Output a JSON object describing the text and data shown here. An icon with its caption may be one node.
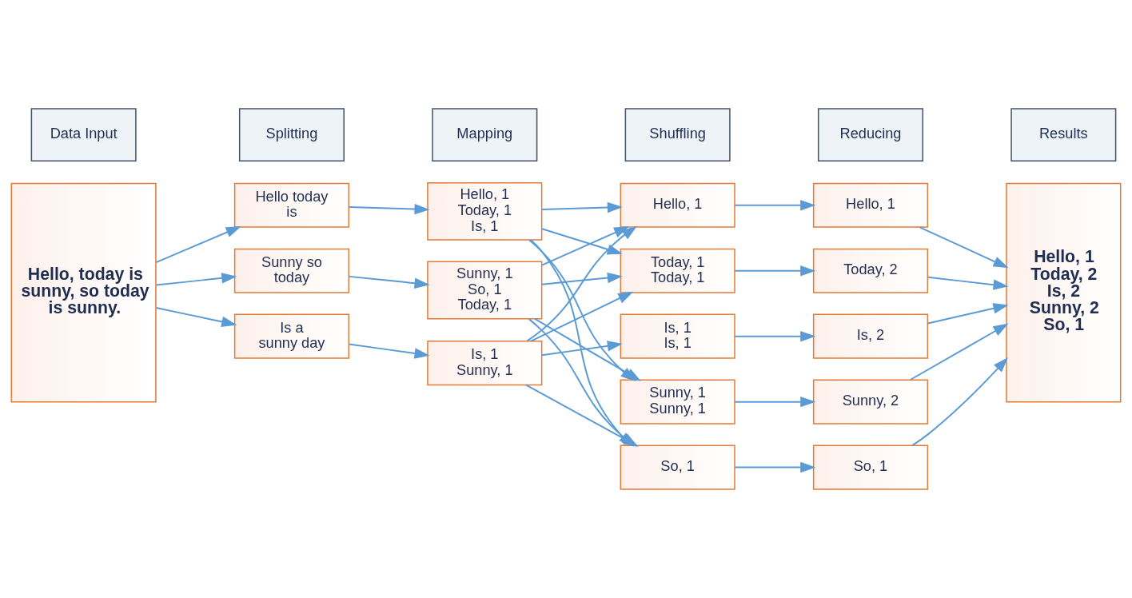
{
  "diagram": {
    "nodes": [
      {
        "text": [
          "Data Input"
        ]
      },
      {
        "text": [
          "Splitting"
        ]
      },
      {
        "text": [
          "Mapping"
        ]
      },
      {
        "text": [
          "Shuffling"
        ]
      },
      {
        "text": [
          "Reducing"
        ]
      },
      {
        "text": [
          "Results"
        ]
      },
      {
        "text": [
          "Hello, today is sunny, so today is sunny."
        ]
      },
      {
        "text": [
          "Hello today is"
        ]
      },
      {
        "text": [
          "Sunny so today"
        ]
      },
      {
        "text": [
          "Is a sunny day"
        ]
      },
      {
        "text": [
          "Hello, 1 Today, 1 Is, 1"
        ]
      },
      {
        "text": [
          "Sunny, 1 So, 1 Today, 1"
        ]
      },
      {
        "text": [
          "Is, 1 Sunny, 1"
        ]
      },
      {
        "text": [
          "Hello, 1"
        ]
      },
      {
        "text": [
          "Today, 1 Today, 1"
        ]
      },
      {
        "text": [
          "Is, 1 Is, 1"
        ]
      },
      {
        "text": [
          "Sunny, 1 Sunny, 1"
        ]
      },
      {
        "text": [
          "So, 1"
        ]
      },
      {
        "text": [
          "Hello, 1"
        ]
      },
      {
        "text": [
          "Today, 2"
        ]
      },
      {
        "text": [
          "Is, 2"
        ]
      },
      {
        "text": [
          "Sunny, 2"
        ]
      },
      {
        "text": [
          "So, 1"
        ]
      },
      {
        "text": [
          "Hello, 1 Today, 2 Is, 2 Sunny, 2 So, 1"
        ]
      }
    ],
    "edges": [
      {
        "from": 6,
        "to": 7,
        "arrow": "to"
      },
      {
        "from": 6,
        "to": 8,
        "arrow": "to"
      },
      {
        "from": 6,
        "to": 9,
        "arrow": "to"
      },
      {
        "from": 7,
        "to": 10,
        "arrow": "to"
      },
      {
        "from": 8,
        "to": 11,
        "arrow": "to"
      },
      {
        "from": 9,
        "to": 12,
        "arrow": "to"
      },
      {
        "from": 10,
        "to": 13,
        "arrow": "to"
      },
      {
        "from": 10,
        "to": 14,
        "arrow": "to"
      },
      {
        "from": 10,
        "to": 16,
        "arrow": "to"
      },
      {
        "from": 10,
        "to": 17,
        "arrow": "to"
      },
      {
        "from": 11,
        "to": 13,
        "arrow": "to"
      },
      {
        "from": 11,
        "to": 14,
        "arrow": "to"
      },
      {
        "from": 11,
        "to": 16,
        "arrow": "to"
      },
      {
        "from": 11,
        "to": 17,
        "arrow": "to"
      },
      {
        "from": 12,
        "to": 13,
        "arrow": "to"
      },
      {
        "from": 12,
        "to": 14,
        "arrow": "to"
      },
      {
        "from": 12,
        "to": 15,
        "arrow": "to"
      },
      {
        "from": 12,
        "to": 17,
        "arrow": "to"
      },
      {
        "from": 13,
        "to": 18,
        "arrow": "to"
      },
      {
        "from": 14,
        "to": 19,
        "arrow": "to"
      },
      {
        "from": 15,
        "to": 20,
        "arrow": "to"
      },
      {
        "from": 16,
        "to": 21,
        "arrow": "to"
      },
      {
        "from": 17,
        "to": 22,
        "arrow": "to"
      },
      {
        "from": 18,
        "to": 23,
        "arrow": "to"
      },
      {
        "from": 19,
        "to": 23,
        "arrow": "to"
      },
      {
        "from": 20,
        "to": 23,
        "arrow": "to"
      },
      {
        "from": 21,
        "to": 23,
        "arrow": "to"
      },
      {
        "from": 22,
        "to": 23,
        "arrow": "to"
      }
    ]
  }
}
